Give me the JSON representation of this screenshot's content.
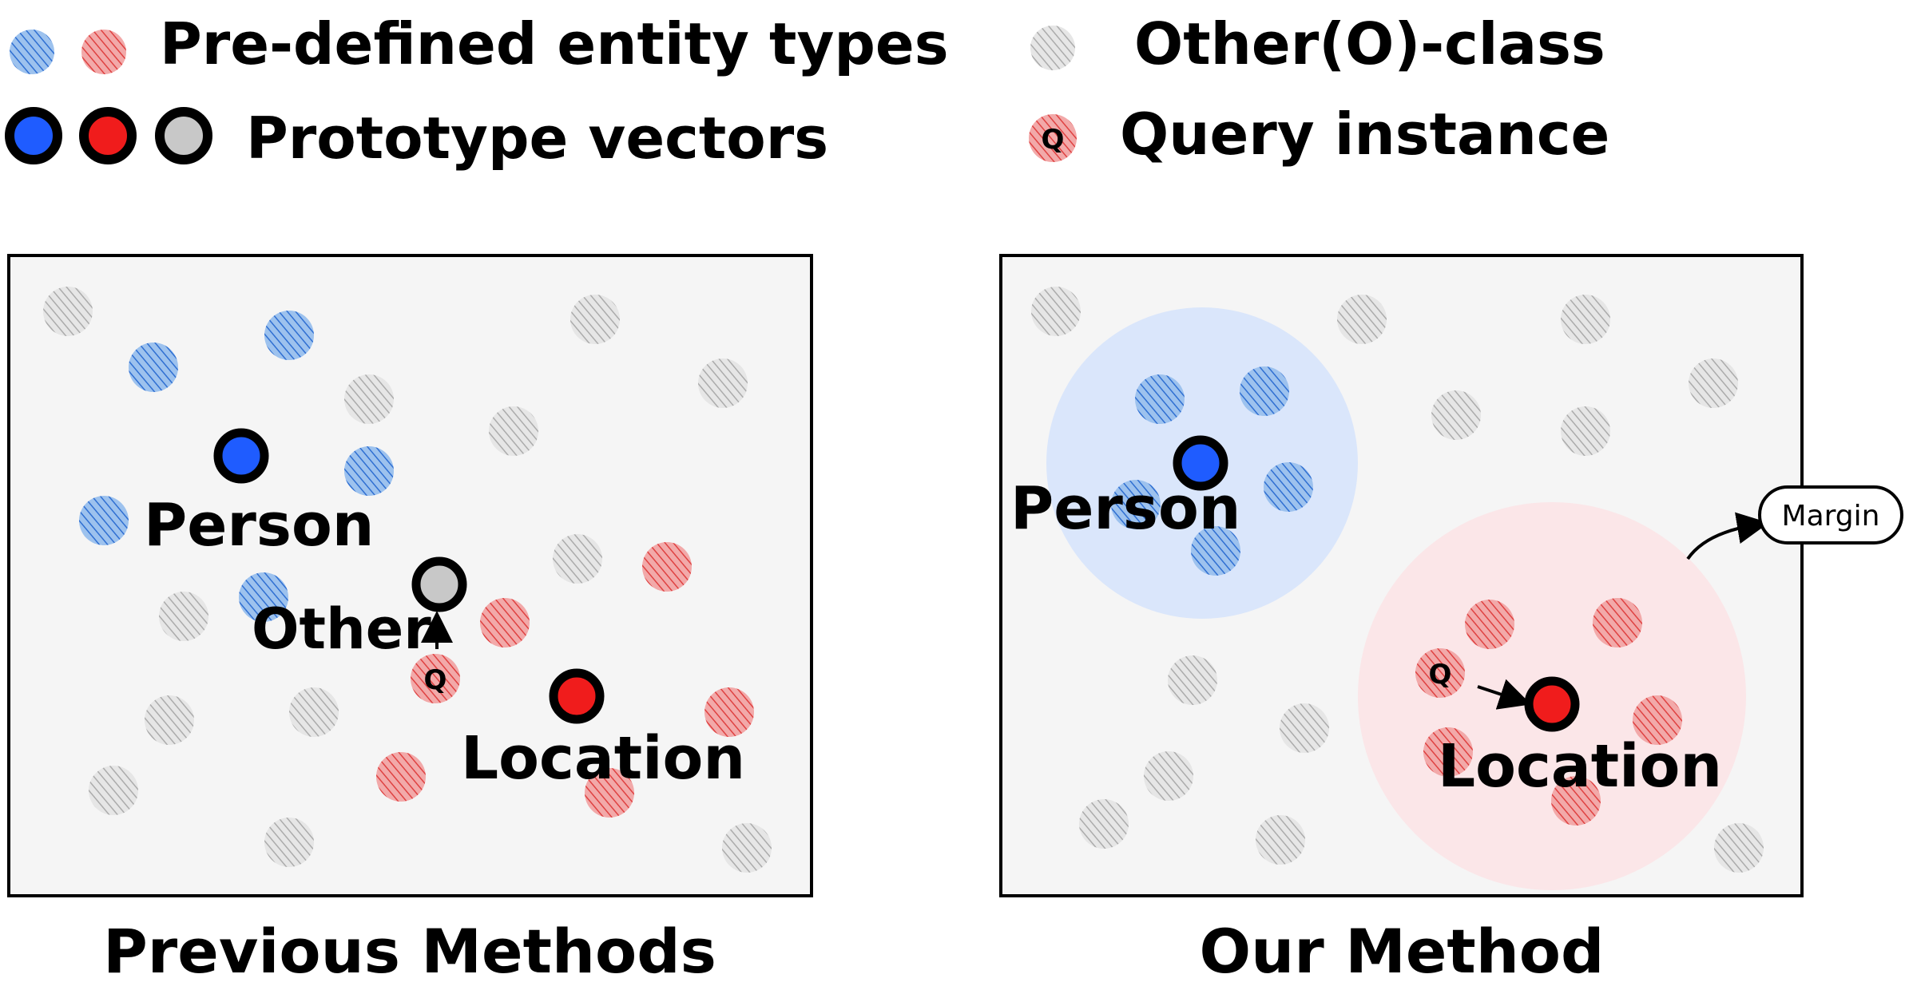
{
  "legend": {
    "predefined": "Pre-defined entity types",
    "other_class": "Other(O)-class",
    "prototype": "Prototype vectors",
    "query": "Query instance"
  },
  "panels": {
    "previous": {
      "caption": "Previous Methods",
      "labels": {
        "person": "Person",
        "other": "Other",
        "location": "Location"
      }
    },
    "ours": {
      "caption": "Our Method",
      "labels": {
        "person": "Person",
        "location": "Location",
        "margin": "Margin"
      }
    }
  },
  "query_letter": "Q",
  "colors": {
    "person": "#1f5cff",
    "location": "#f01c1c",
    "other": "#c8c8c8",
    "hatch_blue": "#3a7ad8",
    "hatch_red": "#e04848",
    "hatch_gray": "#b4b4b4",
    "panel_bg": "#f5f5f5",
    "person_region": "#dae6fb",
    "location_region": "#fbe6e8"
  }
}
